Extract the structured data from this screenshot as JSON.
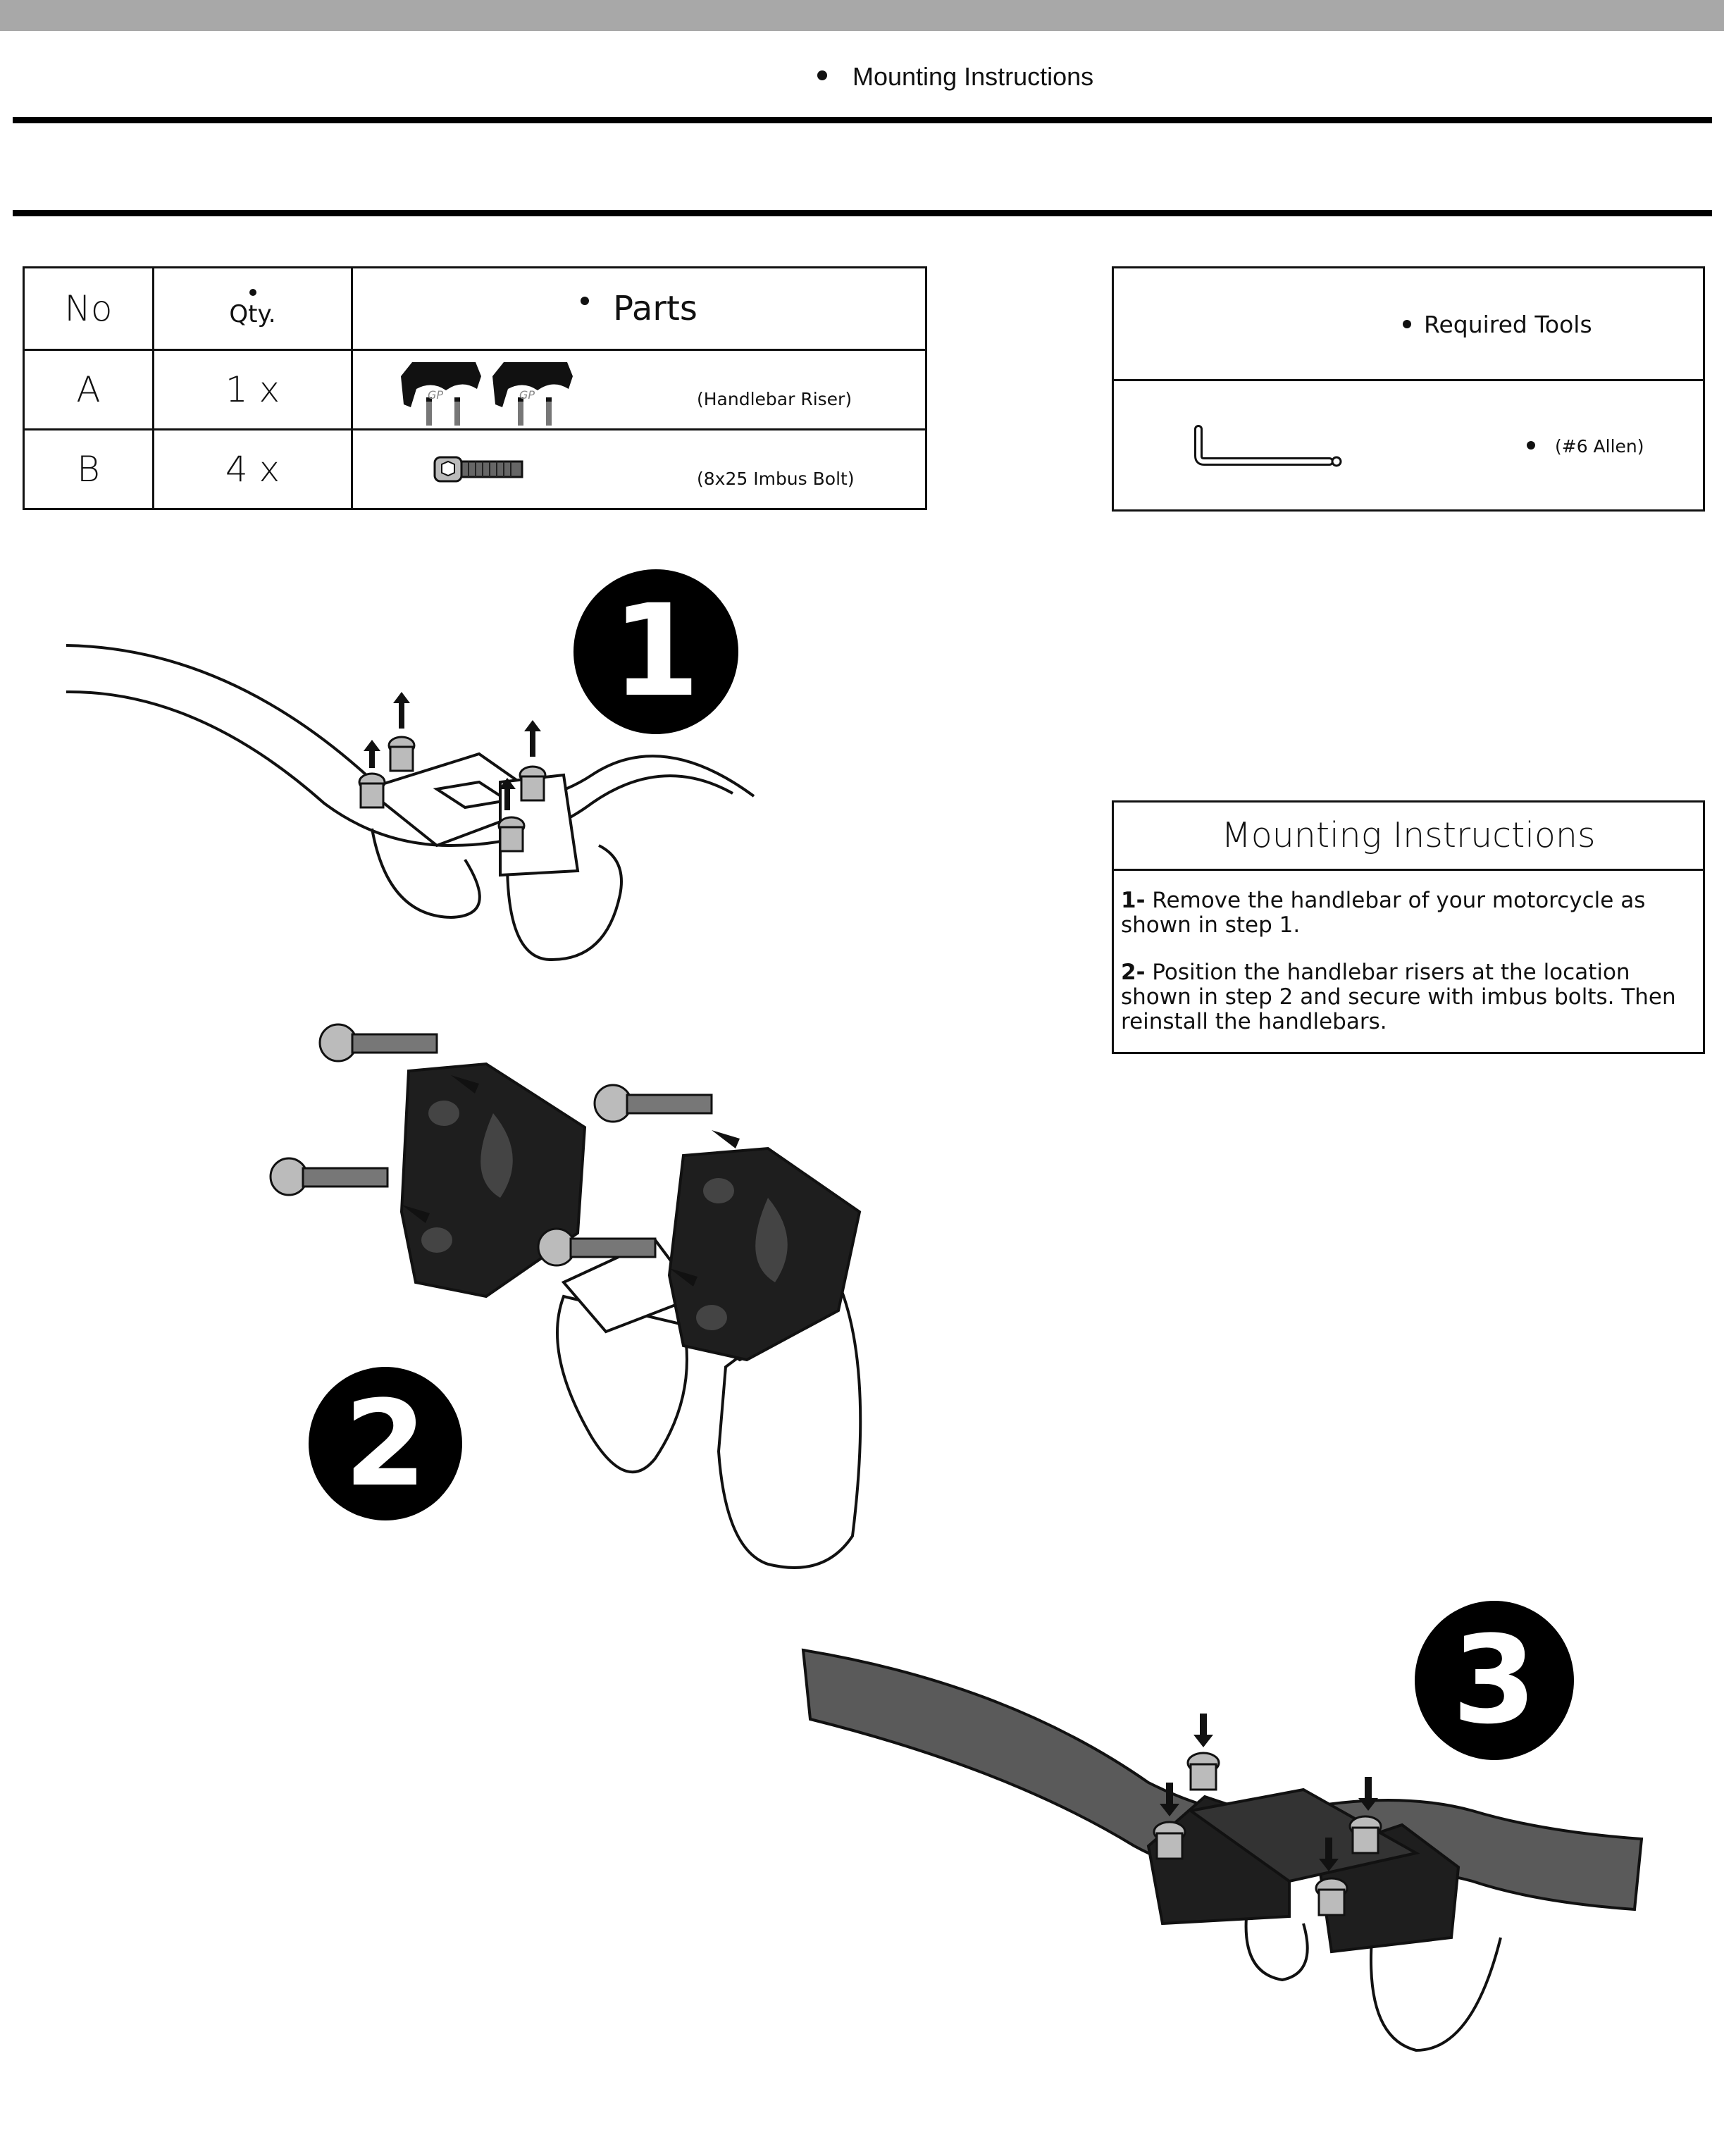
{
  "header": {
    "title": "Mounting Instructions"
  },
  "parts_table": {
    "headers": {
      "no": "No",
      "qty": "Qty.",
      "parts": "Parts"
    },
    "rows": [
      {
        "no": "A",
        "qty": "1 x",
        "name": "(Handlebar Riser)",
        "icon": "handlebar-riser-icon"
      },
      {
        "no": "B",
        "qty": "4 x",
        "name": "(8x25 Imbus Bolt)",
        "icon": "imbus-bolt-icon"
      }
    ]
  },
  "tools": {
    "header": "Required Tools",
    "items": [
      {
        "name": "(#6 Allen)",
        "icon": "allen-key-icon"
      }
    ]
  },
  "instructions": {
    "title": "Mounting Instructions",
    "steps": [
      {
        "num": "1-",
        "text": "Remove the handlebar of your motorcycle as shown in step 1."
      },
      {
        "num": "2-",
        "text": "Position the handlebar risers at the location shown in step 2 and secure with imbus bolts. Then reinstall the handlebars."
      }
    ]
  },
  "step_labels": [
    "1",
    "2",
    "3"
  ],
  "colors": {
    "black": "#000000",
    "band": "#a8a8a8",
    "bar_gray": "#5a5a5a",
    "riser_dark": "#1e1e1e"
  }
}
